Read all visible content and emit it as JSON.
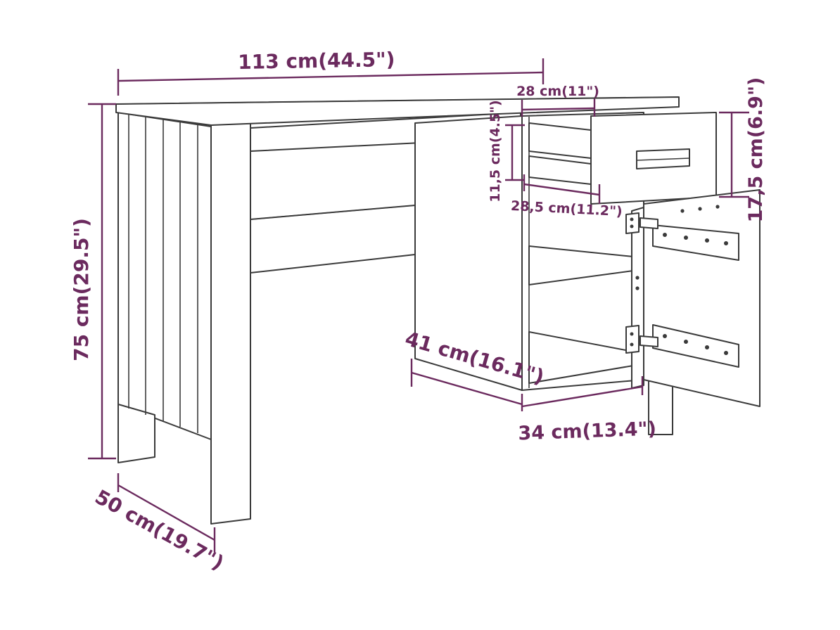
{
  "dimensions": {
    "width": "113 cm(44.5\")",
    "height": "75 cm(29.5\")",
    "depth": "50 cm(19.7\")",
    "drawer_width": "28 cm(11\")",
    "drawer_height": "11,5 cm(4.5\")",
    "drawer_depth": "28,5 cm(11.2\")",
    "drawer_front_height": "17,5 cm(6.9\")",
    "cabinet_depth": "41 cm(16.1\")",
    "cabinet_width": "34 cm(13.4\")"
  },
  "colors": {
    "dimension": "#6b2a5e",
    "outline": "#3a3a3a"
  }
}
